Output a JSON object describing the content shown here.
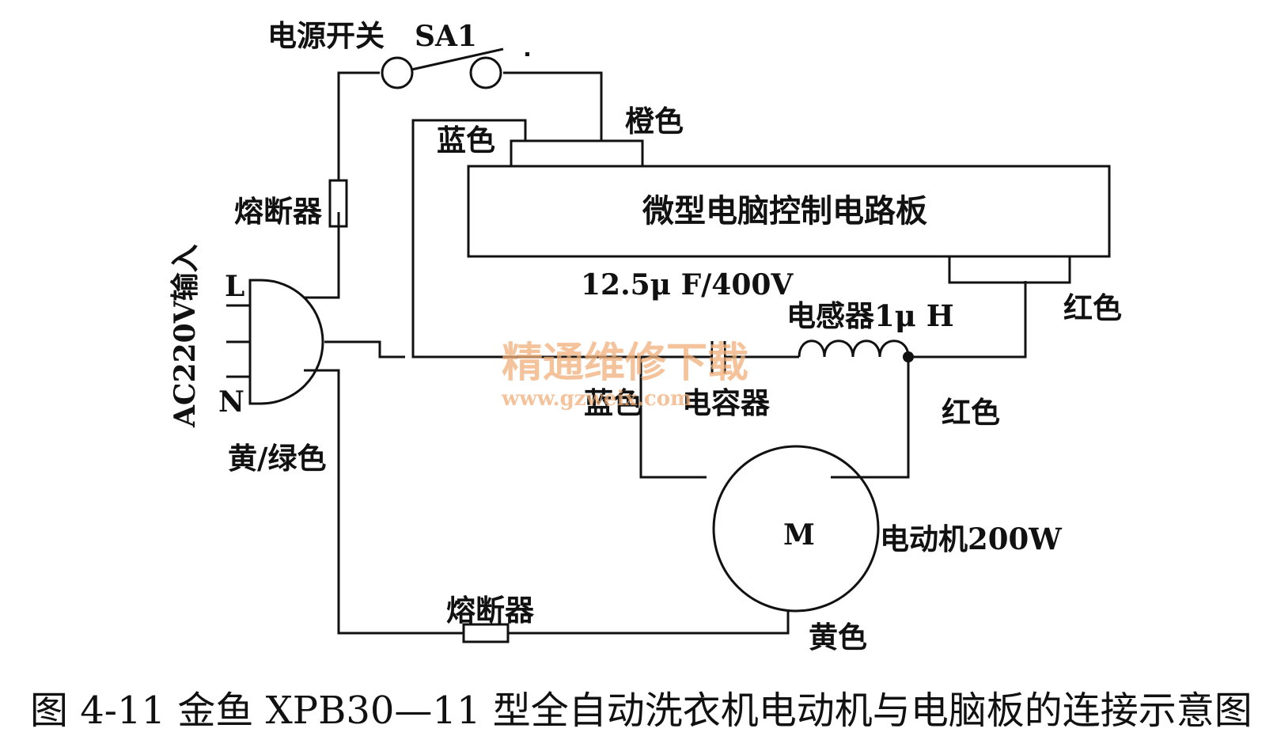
{
  "diagram": {
    "labels": {
      "power_switch": "电源开关",
      "switch_id": "SA1",
      "orange": "橙色",
      "blue_top": "蓝色",
      "fuse_top": "熔断器",
      "board": "微型电脑控制电路板",
      "capacitor_spec": "12.5μ F/400V",
      "red_right": "红色",
      "inductor": "电感器1μ H",
      "plug_l": "L",
      "plug_n": "N",
      "input": "AC220V输入",
      "blue_bottom": "蓝色",
      "capacitor": "电容器",
      "red_bottom": "红色",
      "ground": "黄/绿色",
      "motor_symbol": "M",
      "motor": "电动机200W",
      "fuse_bottom": "熔断器",
      "yellow": "黄色"
    },
    "watermark": {
      "line1": "精通维修下载",
      "line2": "www.gzweix.com"
    },
    "caption": "图 4-11  金鱼 XPB30—11 型全自动洗衣机电动机与电脑板的连接示意图"
  }
}
